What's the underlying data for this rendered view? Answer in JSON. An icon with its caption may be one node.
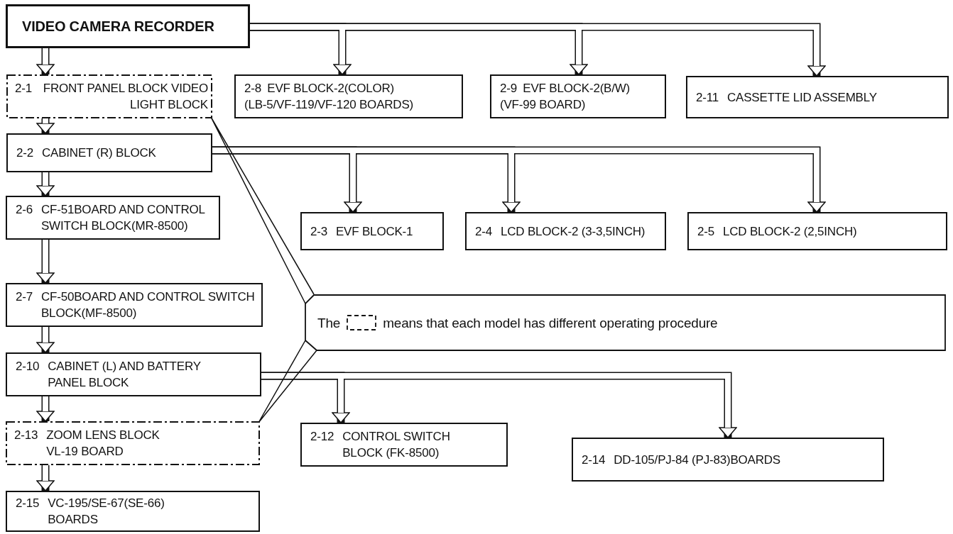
{
  "diagram": {
    "nodes": [
      {
        "text": [
          "VIDEO CAMERA RECORDER"
        ]
      },
      {
        "text": [
          "2-1",
          "FRONT PANEL BLOCK VIDEO LIGHT BLOCK"
        ]
      },
      {
        "text": [
          "2-8",
          "EVF BLOCK-2(COLOR) (LB-5/VF-119/VF-120 BOARDS)"
        ]
      },
      {
        "text": [
          "2-9",
          "EVF BLOCK-2(B/W) (VF-99 BOARD)"
        ]
      },
      {
        "text": [
          "2-11",
          "CASSETTE LID ASSEMBLY"
        ]
      },
      {
        "text": [
          "2-2",
          "CABINET (R) BLOCK"
        ]
      },
      {
        "text": [
          "2-3",
          "EVF BLOCK-1"
        ]
      },
      {
        "text": [
          "2-4",
          "LCD BLOCK-2 (3-3,5INCH)"
        ]
      },
      {
        "text": [
          "2-5",
          "LCD BLOCK-2 (2,5INCH)"
        ]
      },
      {
        "text": [
          "2-6",
          "CF-51BOARD AND CONTROL SWITCH BLOCK(MR-8500)"
        ]
      },
      {
        "text": [
          "2-7",
          "CF-50BOARD AND CONTROL SWITCH BLOCK(MF-8500)"
        ]
      },
      {
        "text": [
          "The",
          "means that each model has different operating procedure"
        ]
      },
      {
        "text": [
          "2-10",
          "CABINET (L) AND BATTERY PANEL BLOCK"
        ]
      },
      {
        "text": [
          "2-13",
          "ZOOM LENS BLOCK VL-19 BOARD"
        ]
      },
      {
        "text": [
          "2-12",
          "CONTROL SWITCH BLOCK (FK-8500)"
        ]
      },
      {
        "text": [
          "2-14",
          "DD-105/PJ-84 (PJ-83)BOARDS"
        ]
      },
      {
        "text": [
          "2-15",
          "VC-195/SE-67(SE-66) BOARDS"
        ]
      }
    ],
    "edges": [
      {
        "from": 0,
        "to": 1,
        "arrow": "to"
      },
      {
        "from": 0,
        "to": 2,
        "arrow": "to"
      },
      {
        "from": 0,
        "to": 3,
        "arrow": "to"
      },
      {
        "from": 0,
        "to": 4,
        "arrow": "to"
      },
      {
        "from": 1,
        "to": 5,
        "arrow": "to"
      },
      {
        "from": 5,
        "to": 6,
        "arrow": "to"
      },
      {
        "from": 5,
        "to": 7,
        "arrow": "to"
      },
      {
        "from": 5,
        "to": 8,
        "arrow": "to"
      },
      {
        "from": 5,
        "to": 9,
        "arrow": "to"
      },
      {
        "from": 9,
        "to": 10,
        "arrow": "to"
      },
      {
        "from": 10,
        "to": 12,
        "arrow": "to"
      },
      {
        "from": 12,
        "to": 14,
        "arrow": "to"
      },
      {
        "from": 12,
        "to": 15,
        "arrow": "to"
      },
      {
        "from": 12,
        "to": 13,
        "arrow": "to"
      },
      {
        "from": 13,
        "to": 16,
        "arrow": "to"
      },
      {
        "from": 11,
        "to": 1,
        "arrow": "none"
      },
      {
        "from": 11,
        "to": 13,
        "arrow": "none"
      }
    ]
  }
}
